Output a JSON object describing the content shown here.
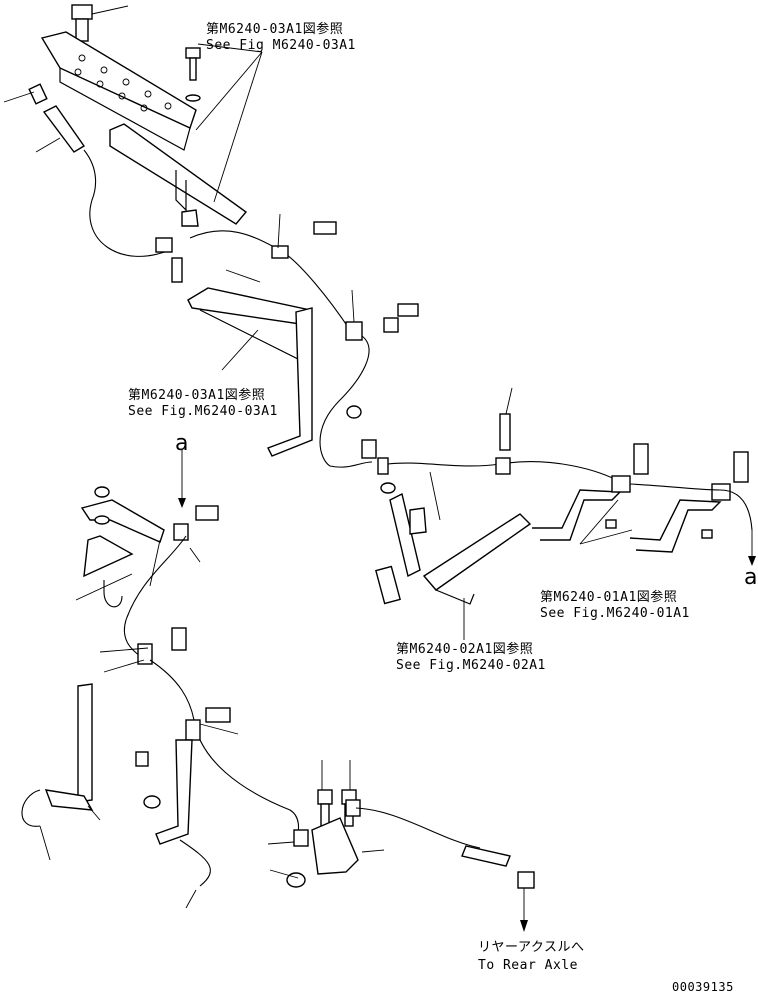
{
  "callouts": {
    "fig_03a1_top": {
      "ja": "第M6240-03A1図参照",
      "en": "See Fig M6240-03A1"
    },
    "fig_03a1_mid": {
      "ja": "第M6240-03A1図参照",
      "en": "See Fig.M6240-03A1"
    },
    "fig_01a1": {
      "ja": "第M6240-01A1図参照",
      "en": "See Fig.M6240-01A1"
    },
    "fig_02a1": {
      "ja": "第M6240-02A1図参照",
      "en": "See Fig.M6240-02A1"
    },
    "rear_axle": {
      "ja": "リヤーアクスルへ",
      "en": "To Rear Axle"
    }
  },
  "refs": {
    "a_top": "a",
    "a_right": "a"
  },
  "drawing_number": "00039135"
}
